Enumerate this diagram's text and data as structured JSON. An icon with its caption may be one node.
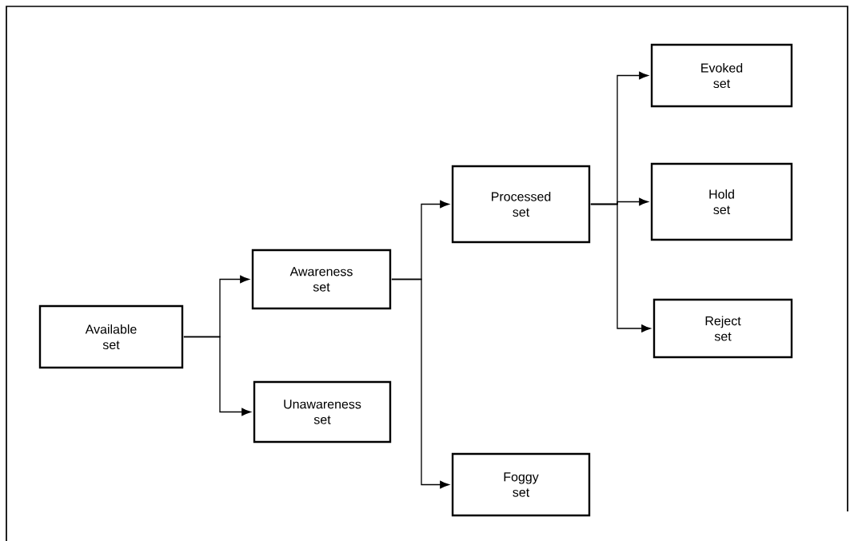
{
  "diagram": {
    "nodes": [
      {
        "text": [
          "Available set"
        ]
      },
      {
        "text": [
          "Awareness set"
        ]
      },
      {
        "text": [
          "Unawareness set"
        ]
      },
      {
        "text": [
          "Processed set"
        ]
      },
      {
        "text": [
          "Foggy set"
        ]
      },
      {
        "text": [
          "Evoked set"
        ]
      },
      {
        "text": [
          "Hold set"
        ]
      },
      {
        "text": [
          "Reject set"
        ]
      }
    ],
    "edges": [
      {
        "from": 0,
        "to": 1,
        "arrow": "to"
      },
      {
        "from": 0,
        "to": 2,
        "arrow": "to"
      },
      {
        "from": 1,
        "to": 3,
        "arrow": "to"
      },
      {
        "from": 1,
        "to": 4,
        "arrow": "to"
      },
      {
        "from": 3,
        "to": 5,
        "arrow": "to"
      },
      {
        "from": 3,
        "to": 6,
        "arrow": "to"
      },
      {
        "from": 3,
        "to": 7,
        "arrow": "to"
      }
    ]
  }
}
